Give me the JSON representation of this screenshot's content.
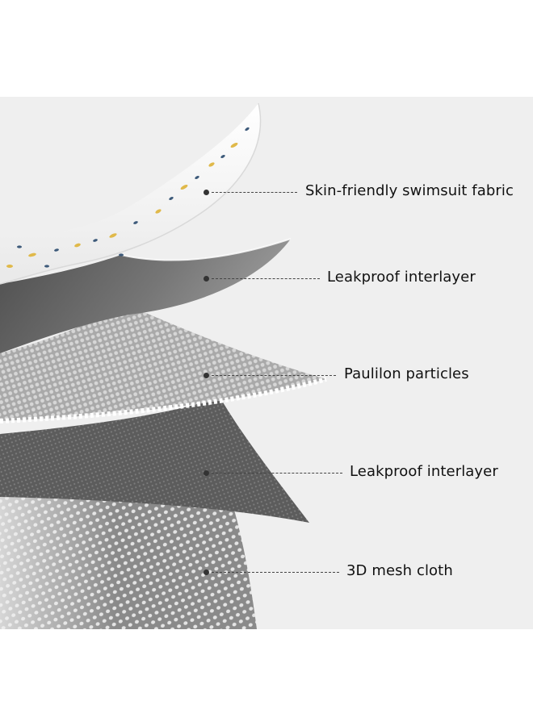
{
  "colors": {
    "background": "#efefef",
    "fabric": "#ffffff",
    "interlayer": "#6e6e6e",
    "particles": "#bdbdbd",
    "interlayer_dark": "#5a5a5a",
    "mesh": "#8a8a8a",
    "callout_line": "#444444"
  },
  "callouts": [
    {
      "label": "Skin-friendly swimsuit fabric"
    },
    {
      "label": "Leakproof interlayer"
    },
    {
      "label": "Paulilon particles"
    },
    {
      "label": "Leakproof interlayer"
    },
    {
      "label": "3D mesh cloth"
    }
  ]
}
